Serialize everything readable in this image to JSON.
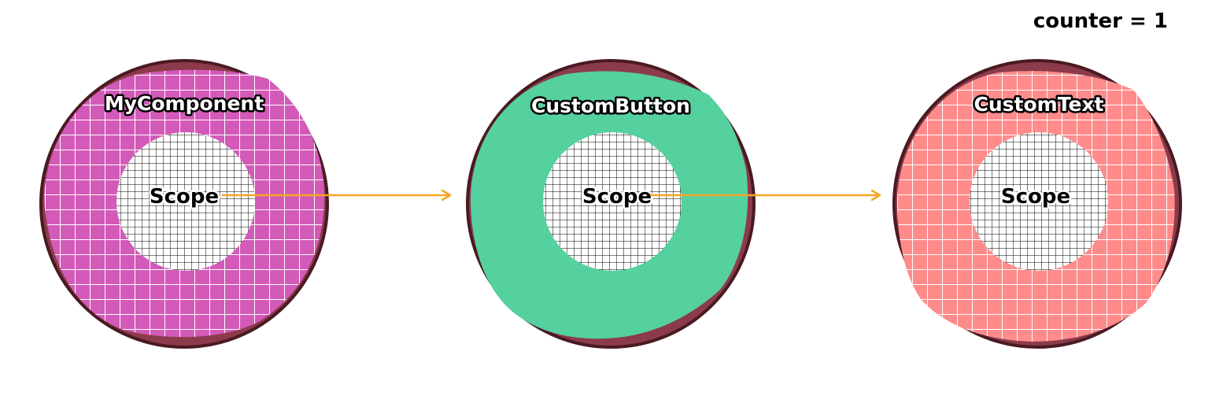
{
  "counter_text": "counter = 1",
  "components": [
    {
      "name": "MyComponent",
      "scope_label": "Scope",
      "fill_color": "#d35ab8",
      "grid": true
    },
    {
      "name": "CustomButton",
      "scope_label": "Scope",
      "fill_color": "#55d09f",
      "grid": false
    },
    {
      "name": "CustomText",
      "scope_label": "Scope",
      "fill_color": "#ff8b8b",
      "grid": true
    }
  ],
  "colors": {
    "outer_ring": "#8c3b4c",
    "outline": "#4a1a22",
    "arrow": "#f5a623",
    "background": "#ffffff"
  },
  "connections": [
    {
      "from": "MyComponent",
      "to": "CustomButton"
    },
    {
      "from": "CustomButton",
      "to": "CustomText"
    }
  ]
}
